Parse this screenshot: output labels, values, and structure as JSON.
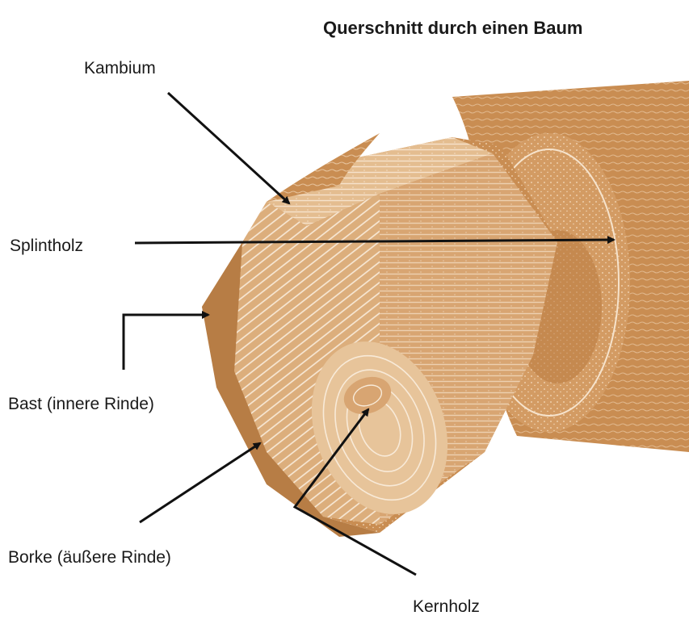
{
  "title": "Querschnitt durch einen Baum",
  "labels": {
    "kambium": "Kambium",
    "splintholz": "Splintholz",
    "bast": "Bast (innere Rinde)",
    "borke": "Borke (äußere Rinde)",
    "kernholz": "Kernholz"
  },
  "colors": {
    "wood": "#c98d52",
    "wood_dark": "#a66b35",
    "cut_face": "#e7c49a",
    "grain": "#f7e8d4",
    "arrow": "#111111",
    "text": "#1a1a1a"
  }
}
